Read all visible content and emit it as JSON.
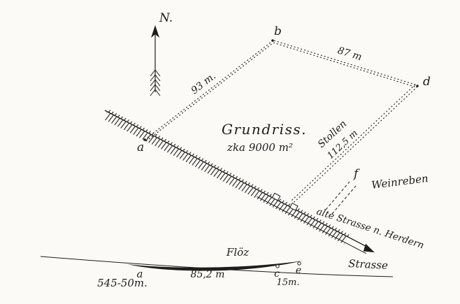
{
  "figure": {
    "north_label": "N.",
    "plan": {
      "point_a": "a",
      "point_b": "b",
      "point_d": "d",
      "point_f": "f",
      "edge_ab_length": "93 m.",
      "edge_bd_length": "87 m",
      "title": "Grundriss.",
      "area": "zka 9000 m²",
      "stollen_label": "Stollen",
      "stollen_length": "112,5 m",
      "weinreben_label": "Weinreben",
      "old_road_label": "alte Strasse n. Herdern"
    },
    "profile": {
      "floez_label": "Flöz",
      "strasse_label": "Strasse",
      "point_a": "a",
      "point_c": "c",
      "point_e": "e",
      "depth_left": "545-50m.",
      "length_mid": "85,2 m",
      "length_right": "15m."
    }
  }
}
